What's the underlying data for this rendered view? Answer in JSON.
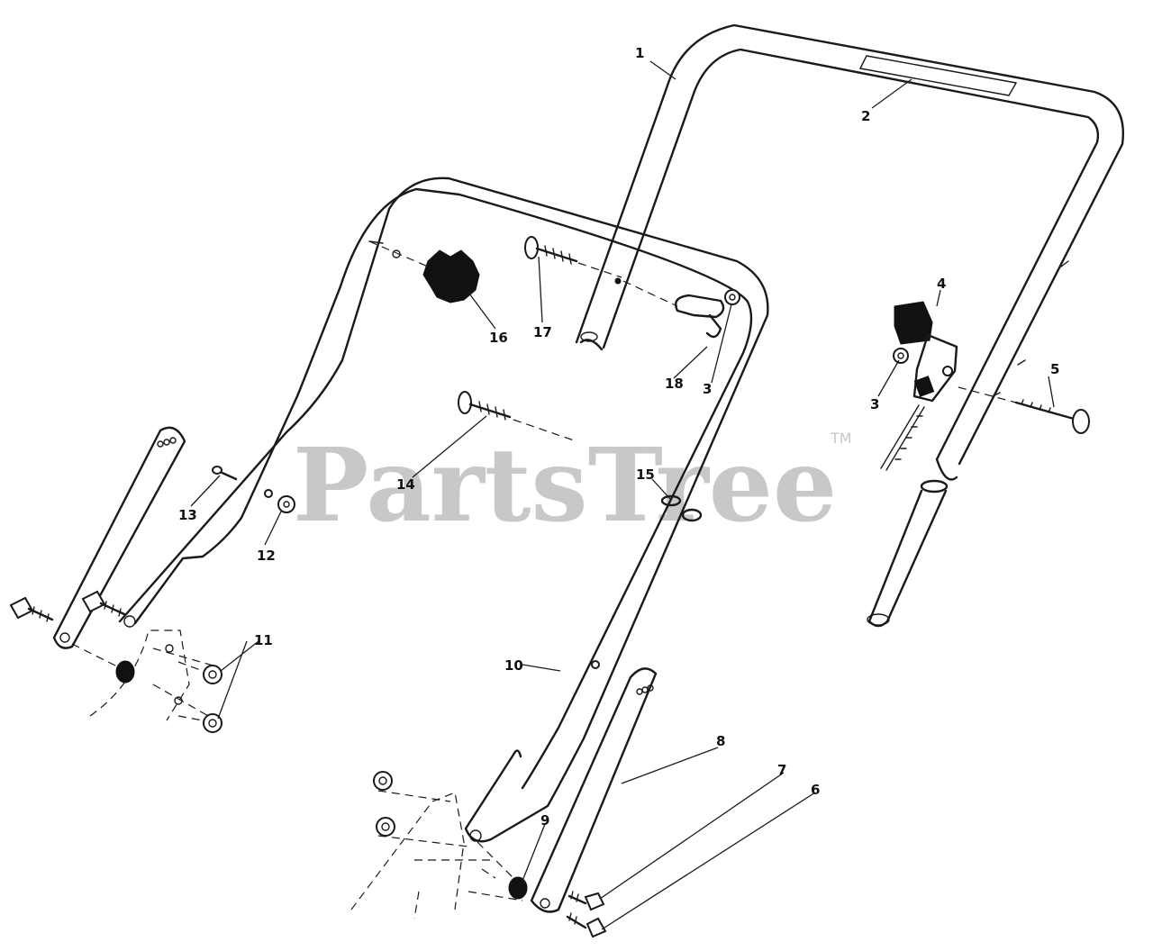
{
  "watermark": {
    "text": "PartsTree",
    "trademark": "TM"
  },
  "callouts": [
    "1",
    "2",
    "3",
    "4",
    "5",
    "3",
    "6",
    "7",
    "8",
    "9",
    "10",
    "11",
    "12",
    "13",
    "14",
    "15",
    "16",
    "17",
    "18"
  ],
  "colors": {
    "line": "#1a1a1a",
    "watermark": "#c8c8c8",
    "background": "#ffffff"
  }
}
